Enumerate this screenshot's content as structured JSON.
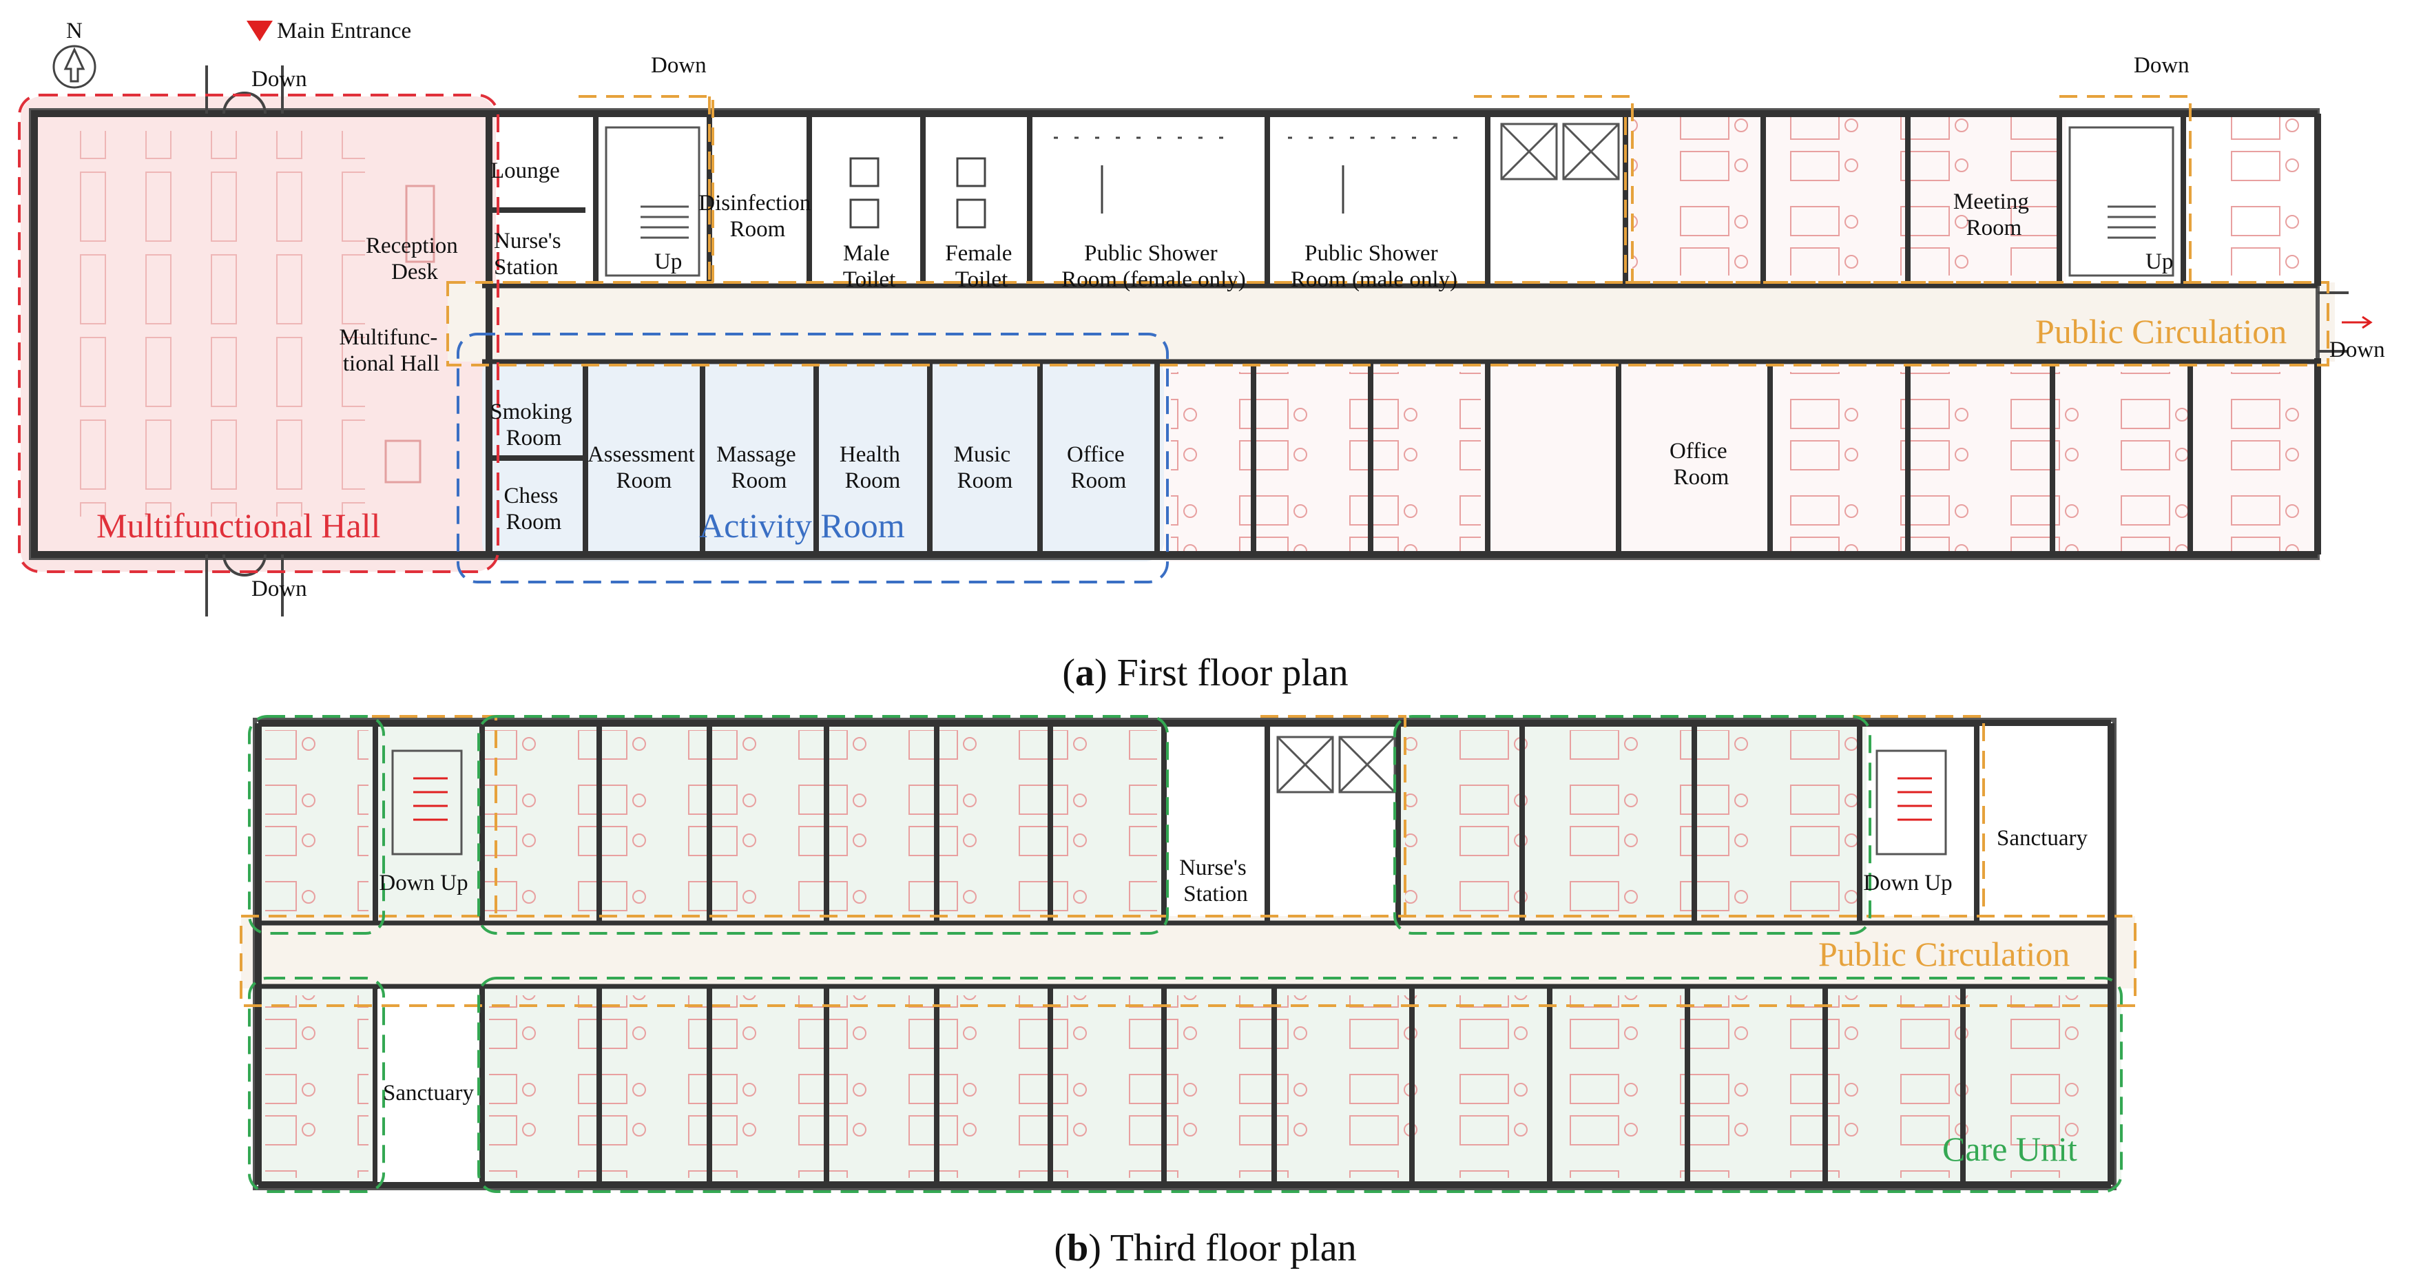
{
  "compass": {
    "label": "N",
    "icon": "north-arrow-icon"
  },
  "main_entrance": {
    "label": "Main Entrance",
    "icon": "entrance-triangle-icon",
    "color": "#e02020"
  },
  "first_floor": {
    "caption": {
      "letter": "a",
      "open": "(",
      "close": ")",
      "title": " First floor plan"
    },
    "stair_labels": {
      "down_top_left": "Down",
      "down_bottom_left": "Down",
      "down_stair1": "Down",
      "down_stair2": "Down",
      "down_east": "Down",
      "up_stair1": "Up",
      "up_stair2": "Up"
    },
    "rooms": {
      "lounge": "Lounge",
      "nurses_station": [
        "Nurse's",
        "Station"
      ],
      "reception_desk": [
        "Reception",
        "Desk"
      ],
      "multifunctional_hall": [
        "Multifunc-",
        "tional Hall"
      ],
      "disinfection_room": [
        "Disinfection",
        "Room"
      ],
      "male_toilet": [
        "Male",
        "Toilet"
      ],
      "female_toilet": [
        "Female",
        "Toilet"
      ],
      "shower_female": [
        "Public Shower",
        "Room (female only)"
      ],
      "shower_male": [
        "Public Shower",
        "Room (male only)"
      ],
      "meeting_room": [
        "Meeting",
        "Room"
      ],
      "smoking_room": [
        "Smoking",
        "Room"
      ],
      "chess_room": [
        "Chess",
        "Room"
      ],
      "assessment_room": [
        "Assessment",
        "Room"
      ],
      "massage_room": [
        "Massage",
        "Room"
      ],
      "health_room": [
        "Health",
        "Room"
      ],
      "music_room": [
        "Music",
        "Room"
      ],
      "office_room_1": [
        "Office",
        "Room"
      ],
      "office_room_2": [
        "Office",
        "Room"
      ]
    },
    "zones": {
      "multifunctional_hall": "Multifunctional Hall",
      "activity_room": "Activity Room",
      "public_circulation": "Public Circulation"
    }
  },
  "third_floor": {
    "caption": {
      "letter": "b",
      "open": "(",
      "close": ")",
      "title": " Third floor plan"
    },
    "stair_labels": {
      "west": "Down Up",
      "east": "Down Up"
    },
    "rooms": {
      "nurses_station": [
        "Nurse's",
        "Station"
      ],
      "sanctuary_1": "Sanctuary",
      "sanctuary_2": "Sanctuary"
    },
    "zones": {
      "public_circulation": "Public Circulation",
      "care_unit": "Care Unit"
    }
  },
  "colors": {
    "multifunctional_hall": "#e0303a",
    "activity_room": "#3a6fc4",
    "public_circulation": "#e6a23c",
    "care_unit": "#34a853",
    "walls": "#333333",
    "furniture": "#e8a0a0"
  }
}
